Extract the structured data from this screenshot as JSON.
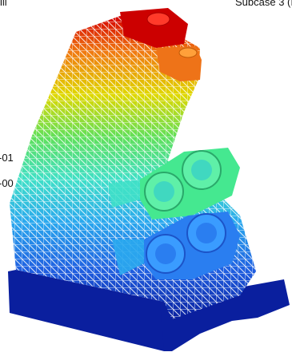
{
  "viewport": {
    "top_left_fragment": "ill",
    "subcase_label": "Subcase 3 (I",
    "scale_labels": [
      "-01",
      "-00"
    ]
  },
  "colors": {
    "background": "#ffffff",
    "contour_top": "#d40000",
    "contour_orange": "#f07a10",
    "contour_yellow": "#e0d800",
    "contour_green": "#5fe05a",
    "contour_cyan": "#40e0c8",
    "contour_lightblue": "#2aa8ee",
    "contour_blue": "#1f5ee0",
    "contour_darkblue": "#0a1f9e"
  }
}
